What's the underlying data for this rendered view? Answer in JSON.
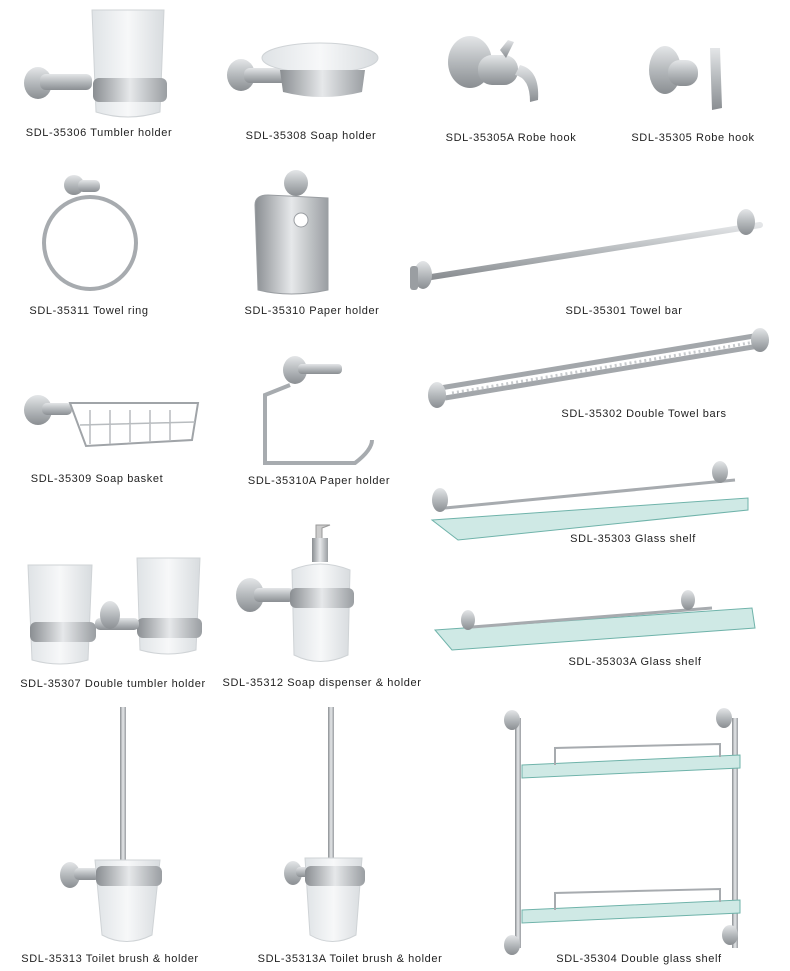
{
  "products": [
    {
      "code": "SDL-35306",
      "name": "Tumbler holder",
      "label": "SDL-35306 Tumbler holder"
    },
    {
      "code": "SDL-35308",
      "name": "Soap holder",
      "label": "SDL-35308 Soap holder"
    },
    {
      "code": "SDL-35305A",
      "name": "Robe hook",
      "label": "SDL-35305A Robe hook"
    },
    {
      "code": "SDL-35305",
      "name": "Robe hook",
      "label": "SDL-35305 Robe hook"
    },
    {
      "code": "SDL-35311",
      "name": "Towel ring",
      "label": "SDL-35311  Towel ring"
    },
    {
      "code": "SDL-35310",
      "name": "Paper holder",
      "label": "SDL-35310 Paper holder"
    },
    {
      "code": "SDL-35301",
      "name": "Towel bar",
      "label": "SDL-35301 Towel bar"
    },
    {
      "code": "SDL-35302",
      "name": "Double Towel bars",
      "label": "SDL-35302 Double Towel bars"
    },
    {
      "code": "SDL-35309",
      "name": "Soap basket",
      "label": "SDL-35309 Soap basket"
    },
    {
      "code": "SDL-35310A",
      "name": "Paper holder",
      "label": "SDL-35310A Paper holder"
    },
    {
      "code": "SDL-35303",
      "name": "Glass shelf",
      "label": "SDL-35303  Glass shelf"
    },
    {
      "code": "SDL-35303A",
      "name": "Glass shelf",
      "label": "SDL-35303A  Glass shelf"
    },
    {
      "code": "SDL-35307",
      "name": "Double tumbler holder",
      "label": "SDL-35307 Double tumbler holder"
    },
    {
      "code": "SDL-35312",
      "name": "Soap dispenser & holder",
      "label": "SDL-35312 Soap dispenser & holder"
    },
    {
      "code": "SDL-35313",
      "name": "Toilet brush & holder",
      "label": "SDL-35313 Toilet brush & holder"
    },
    {
      "code": "SDL-35313A",
      "name": "Toilet brush & holder",
      "label": "SDL-35313A Toilet brush & holder"
    },
    {
      "code": "SDL-35304",
      "name": "Double glass shelf",
      "label": "SDL-35304 Double glass shelf"
    }
  ],
  "colors": {
    "metal": "#b9bcbf",
    "metal_dark": "#8c9094",
    "frosted": "#eef1f3",
    "glass": "#cfe9e5",
    "glass_edge": "#6fb3aa"
  }
}
